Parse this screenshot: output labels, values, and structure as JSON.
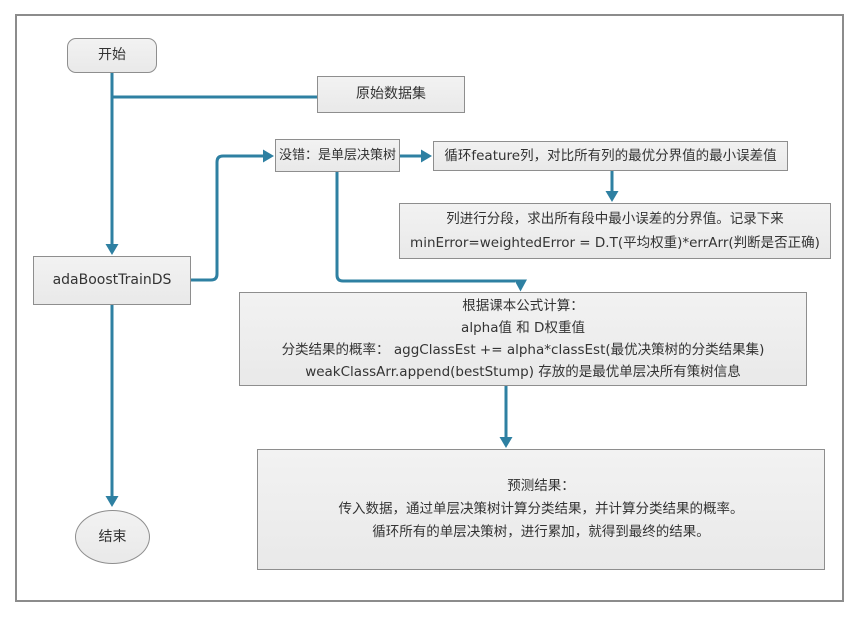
{
  "canvas": {
    "background": "#ffffff",
    "border_color": "#8c8c8c"
  },
  "colors": {
    "connector": "#2e80a2",
    "node_fill": "#ededed",
    "node_border": "#8e8e8e",
    "text": "#333333"
  },
  "nodes": {
    "start": {
      "shape": "rounded-rect",
      "label": "开始"
    },
    "dataset": {
      "shape": "rect",
      "label": "原始数据集"
    },
    "stump_check": {
      "shape": "rect",
      "label": "没错：是单层决策树"
    },
    "loop_features": {
      "shape": "rect",
      "label": "循环feature列，对比所有列的最优分界值的最小误差值"
    },
    "segment": {
      "shape": "rect",
      "lines": [
        "列进行分段，求出所有段中最小误差的分界值。记录下来",
        "minError=weightedError = D.T(平均权重)*errArr(判断是否正确)"
      ]
    },
    "train": {
      "shape": "rect",
      "label": "adaBoostTrainDS"
    },
    "formula": {
      "shape": "rect",
      "lines": [
        "根据课本公式计算：",
        "alpha值 和 D权重值",
        "分类结果的概率： aggClassEst += alpha*classEst(最优决策树的分类结果集)",
        "weakClassArr.append(bestStump) 存放的是最优单层决所有策树信息"
      ]
    },
    "predict": {
      "shape": "rect",
      "lines": [
        "预测结果：",
        "传入数据，通过单层决策树计算分类结果，并计算分类结果的概率。",
        "循环所有的单层决策树，进行累加，就得到最终的结果。"
      ]
    },
    "end": {
      "shape": "ellipse",
      "label": "结束"
    }
  }
}
